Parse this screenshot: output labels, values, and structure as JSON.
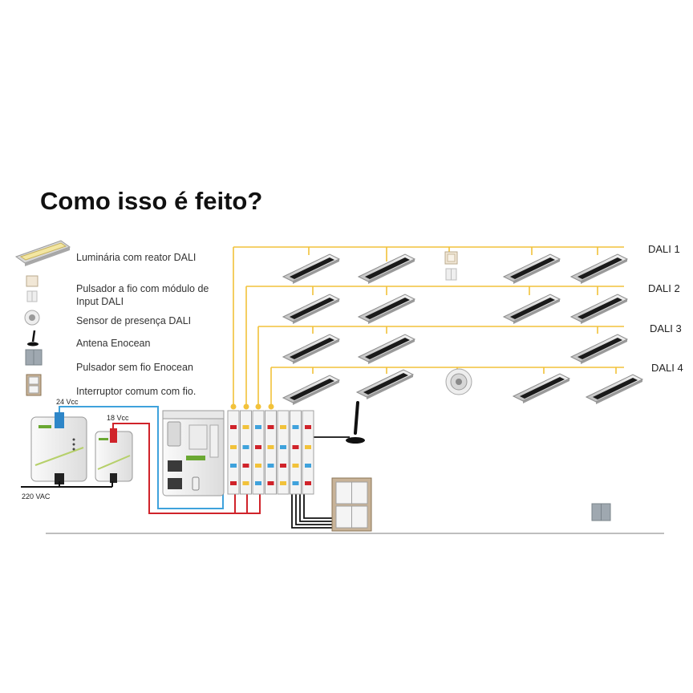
{
  "title": "Como isso é feito?",
  "legend": [
    {
      "label": "Luminária com reator DALI",
      "icon": "luminaire-icon"
    },
    {
      "label": "Pulsador a fio com módulo de\nInput DALI",
      "icon": "push-button-dali-icon"
    },
    {
      "label": "Sensor de presença DALI",
      "icon": "presence-sensor-icon"
    },
    {
      "label": "Antena Enocean",
      "icon": "antenna-icon"
    },
    {
      "label": "Pulsador sem fio Enocean",
      "icon": "wireless-button-icon"
    },
    {
      "label": "Interruptor comum com fio.",
      "icon": "wired-switch-icon"
    }
  ],
  "bus_lines": [
    "DALI 1",
    "DALI 2",
    "DALI 3",
    "DALI 4"
  ],
  "supply_labels": {
    "v24": "24 Vcc",
    "v18": "18 Vcc",
    "ac": "220 VAC"
  },
  "colors": {
    "dali_bus": "#f2c23a",
    "wire_blue": "#3fa2dc",
    "wire_red": "#d0232a",
    "wire_black": "#111111"
  }
}
